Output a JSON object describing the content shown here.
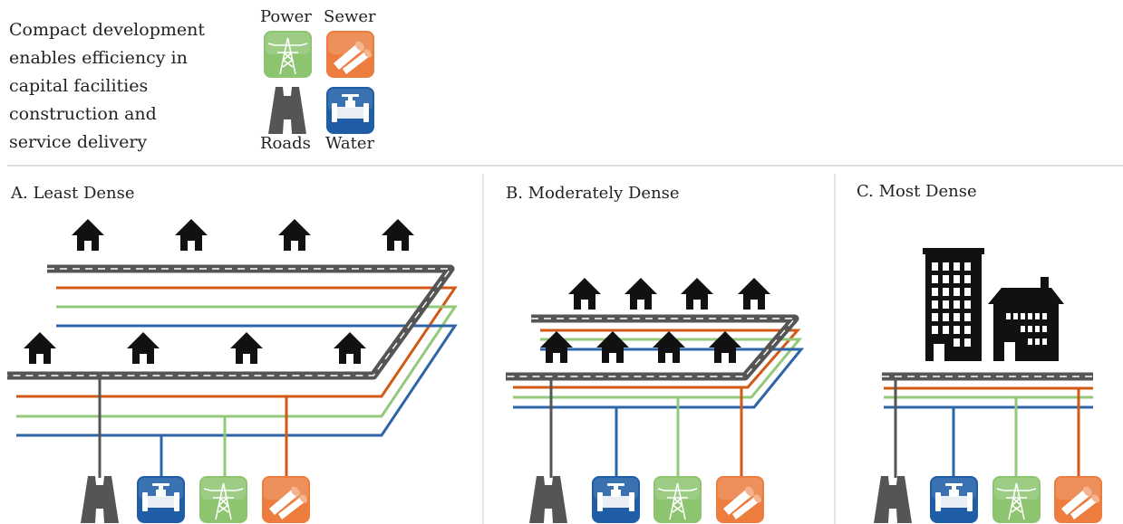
{
  "intro": {
    "lines": [
      "Compact development",
      "enables efficiency in",
      "capital facilities",
      "construction and",
      "service delivery"
    ]
  },
  "legend": {
    "power": "Power",
    "sewer": "Sewer",
    "roads": "Roads",
    "water": "Water"
  },
  "panels": {
    "a": {
      "title": "A. Least Dense"
    },
    "b": {
      "title": "B. Moderately Dense"
    },
    "c": {
      "title": "C. Most Dense"
    }
  },
  "colors": {
    "road": "#555555",
    "power": "#93c97a",
    "sewer": "#d05a16",
    "water": "#2e64a8",
    "icon_power": "#8cc46f",
    "icon_sewer": "#ec7d3f",
    "icon_water": "#1f5ea6"
  },
  "icons": [
    "road-icon",
    "water-icon",
    "power-icon",
    "sewer-icon",
    "house-icon",
    "apartment-building-icon",
    "townhouse-icon"
  ]
}
